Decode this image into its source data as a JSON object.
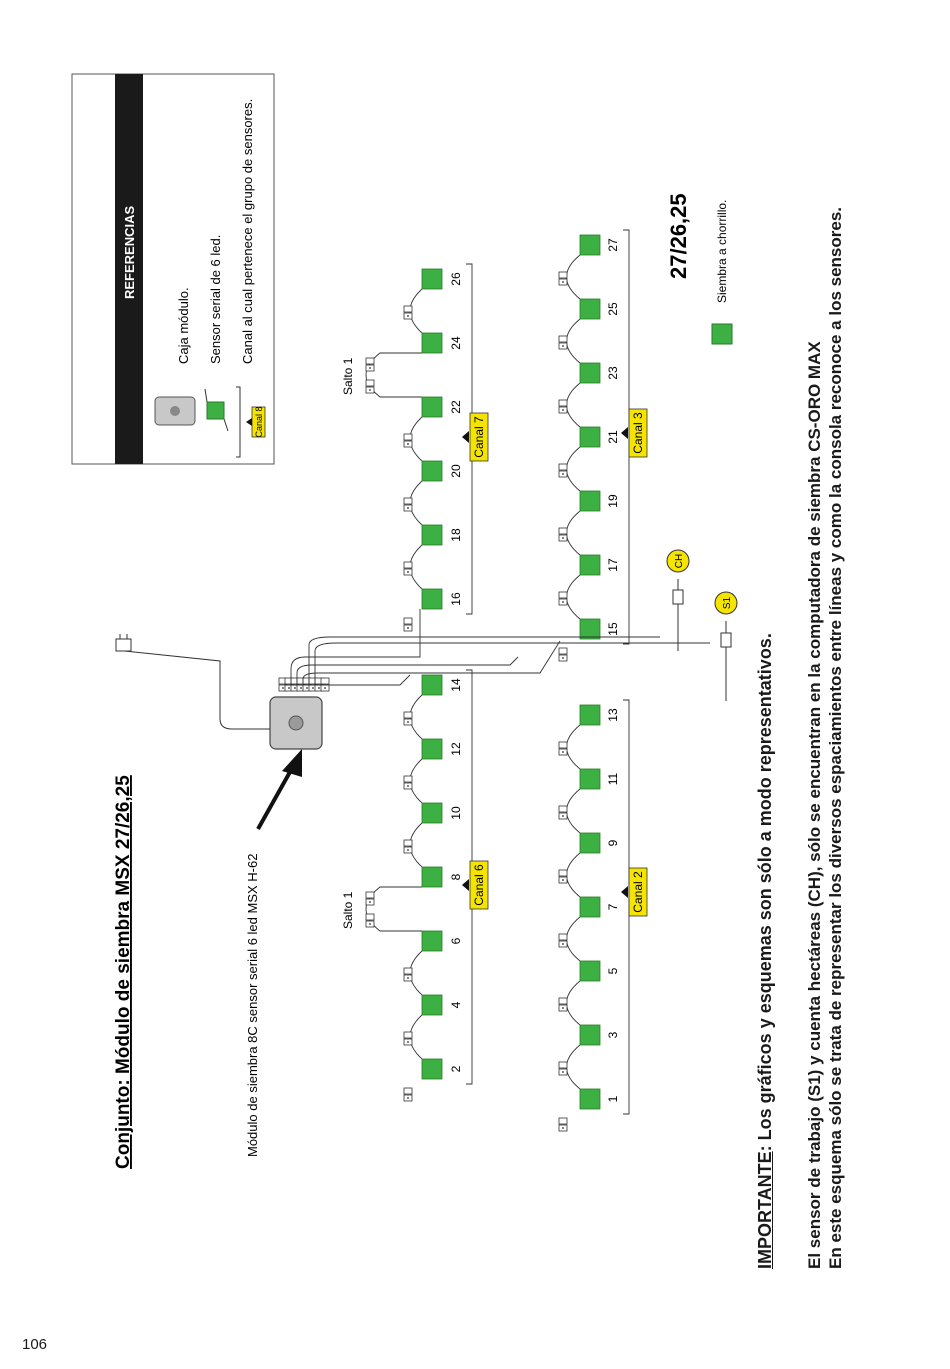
{
  "page_number": "106",
  "title": "Conjunto: Módulo de siembra MSX  27/26,25",
  "module_label": "Módulo de siembra 8C  sensor serial 6 led MSX   H-62",
  "references": {
    "header": "REFERENCIAS",
    "caja": "Caja módulo.",
    "sensor": "Sensor serial de 6 led.",
    "canal_text": "Canal al cual pertenece el grupo de sensores.",
    "canal_example": "Canal 8"
  },
  "model_code": "27/26,25",
  "legend_siembra": "Siembra a chorrillo.",
  "salto_label": "Salto 1",
  "rows": [
    {
      "channel": "Canal 6",
      "numbers": [
        "2",
        "4",
        "6",
        "8",
        "10",
        "12",
        "14"
      ]
    },
    {
      "channel": "Canal 7",
      "numbers": [
        "16",
        "18",
        "20",
        "22",
        "24",
        "26"
      ]
    },
    {
      "channel": "Canal 2",
      "numbers": [
        "1",
        "3",
        "5",
        "7",
        "9",
        "11",
        "13"
      ]
    },
    {
      "channel": "Canal 3",
      "numbers": [
        "15",
        "17",
        "19",
        "21",
        "23",
        "25",
        "27"
      ]
    }
  ],
  "sensors": {
    "ch": "CH",
    "s1": "S1"
  },
  "important_label": "IMPORTANTE",
  "important_text": ": Los gráficos y esquemas son sólo a modo representativos.",
  "note_line1": "El sensor de trabajo (S1) y cuenta hectáreas (CH), sólo se encuentran en la computadora de siembra CS-ORO MAX",
  "note_line2": "En este esquema sólo se trata de representar los diversos espaciamientos entre líneas y como la consola  reconoce a los sensores.",
  "colors": {
    "sensor_green": "#3cb043",
    "channel_yellow": "#f5e400",
    "module_gray": "#c8c8c8",
    "header_black": "#1a1a1a"
  }
}
